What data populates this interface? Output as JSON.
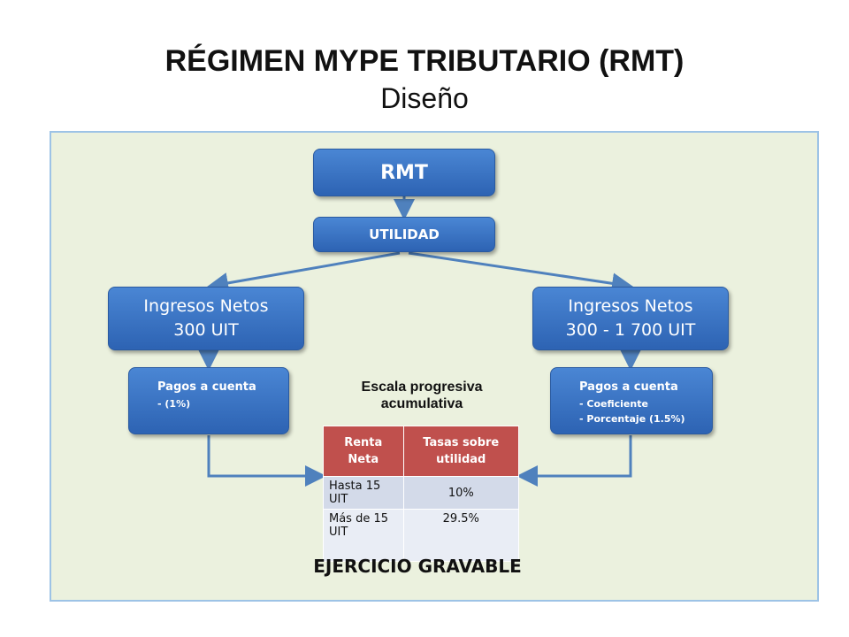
{
  "title": "RÉGIMEN MYPE TRIBUTARIO (RMT)",
  "subtitle": "Diseño",
  "nodes": {
    "rmt": "RMT",
    "utilidad": "UTILIDAD",
    "left_line1": "Ingresos Netos",
    "left_line2": "300 UIT",
    "right_line1": "Ingresos Netos",
    "right_line2": "300 - 1 700 UIT",
    "pay_left_head": "Pagos a cuenta",
    "pay_left_sub": "- (1%)",
    "pay_right_head": "Pagos a cuenta",
    "pay_right_sub1": "- Coeficiente",
    "pay_right_sub2": "- Porcentaje (1.5%)"
  },
  "scale": {
    "title": "Escala progresiva acumulativa",
    "headers": [
      "Renta Neta",
      "Tasas sobre utilidad"
    ],
    "rows": [
      [
        "Hasta 15 UIT",
        "10%"
      ],
      [
        "Más de 15 UIT",
        "29.5%"
      ]
    ]
  },
  "footer": "EJERCICIO GRAVABLE",
  "colors": {
    "box": "#2d63b3",
    "arrow": "#4f81bd",
    "panel": "#ebf1de",
    "table_header": "#c0504d"
  }
}
